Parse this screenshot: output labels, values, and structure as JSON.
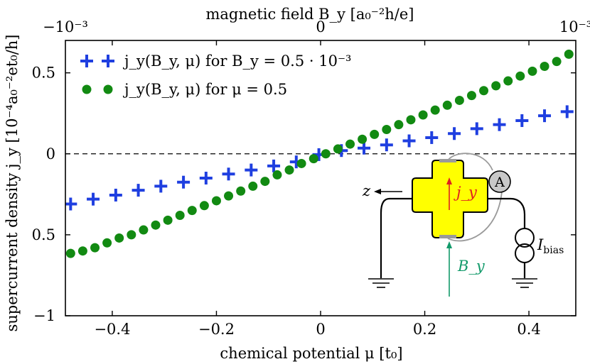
{
  "chart_data": {
    "type": "scatter",
    "xlabel": "chemical potential μ [t₀]",
    "ylabel": "supercurrent density j_y [10⁻⁴a₀⁻²et₀/h]",
    "top_xlabel": "magnetic field B_y [a₀⁻²h/e]",
    "xlim": [
      -0.49,
      0.49
    ],
    "ylim": [
      -1,
      0.7
    ],
    "x_ticks": [
      -0.4,
      -0.2,
      0,
      0.2,
      0.4
    ],
    "x_tick_labels": [
      "−0.4",
      "−0.2",
      "0",
      "0.2",
      "0.4"
    ],
    "y_ticks": [
      -1,
      -0.5,
      0,
      0.5
    ],
    "y_tick_labels": [
      "−1",
      "0.5",
      "0",
      "0.5"
    ],
    "top_tick_labels": [
      "−10⁻³",
      "0",
      "10⁻³"
    ],
    "reference_line": {
      "y": 0,
      "style": "dashed"
    },
    "legend_position": "top-left",
    "series": [
      {
        "name": "j_y(B_y, μ) for B_y = 0.5 · 10⁻³",
        "marker": "plus",
        "color": "#1f3fe0",
        "x": [
          -0.48,
          -0.4367,
          -0.3933,
          -0.35,
          -0.3067,
          -0.2633,
          -0.22,
          -0.1767,
          -0.1333,
          -0.09,
          -0.0467,
          -0.0033,
          0.04,
          0.0833,
          0.1267,
          0.17,
          0.2133,
          0.2567,
          0.3,
          0.3433,
          0.3867,
          0.43,
          0.4733
        ],
        "y": [
          -0.31,
          -0.28,
          -0.255,
          -0.225,
          -0.2,
          -0.175,
          -0.15,
          -0.125,
          -0.1,
          -0.075,
          -0.05,
          -0.005,
          0.02,
          0.035,
          0.055,
          0.08,
          0.1,
          0.125,
          0.155,
          0.18,
          0.205,
          0.235,
          0.26
        ]
      },
      {
        "name": "j_y(B_y, μ) for μ = 0.5",
        "marker": "dot",
        "color": "#128a12",
        "x": [
          -0.48,
          -0.4567,
          -0.4333,
          -0.41,
          -0.3867,
          -0.3633,
          -0.34,
          -0.3167,
          -0.2933,
          -0.27,
          -0.2467,
          -0.2233,
          -0.2,
          -0.1767,
          -0.1533,
          -0.13,
          -0.1067,
          -0.0833,
          -0.06,
          -0.0367,
          -0.0133,
          0.01,
          0.0333,
          0.0567,
          0.08,
          0.1033,
          0.1267,
          0.15,
          0.1733,
          0.1967,
          0.22,
          0.2433,
          0.2667,
          0.29,
          0.3133,
          0.3367,
          0.36,
          0.3833,
          0.4067,
          0.43,
          0.4533,
          0.4767
        ],
        "y": [
          -0.615,
          -0.6,
          -0.58,
          -0.55,
          -0.52,
          -0.5,
          -0.47,
          -0.44,
          -0.41,
          -0.38,
          -0.35,
          -0.32,
          -0.29,
          -0.26,
          -0.23,
          -0.2,
          -0.17,
          -0.13,
          -0.1,
          -0.06,
          -0.03,
          0,
          0.03,
          0.06,
          0.09,
          0.12,
          0.15,
          0.18,
          0.21,
          0.24,
          0.27,
          0.3,
          0.33,
          0.36,
          0.39,
          0.42,
          0.45,
          0.48,
          0.51,
          0.54,
          0.57,
          0.615
        ]
      }
    ]
  },
  "inset": {
    "z_label": "z",
    "j_label": "j_y",
    "ammeter_label": "A",
    "bias_label": "I",
    "bias_sub": "bias",
    "field_label": "B_y",
    "colors": {
      "sample": "#ffff00",
      "current": "#e02020",
      "field": "#129a6a",
      "wire": "#000000",
      "lead": "#9a9a9a"
    }
  }
}
